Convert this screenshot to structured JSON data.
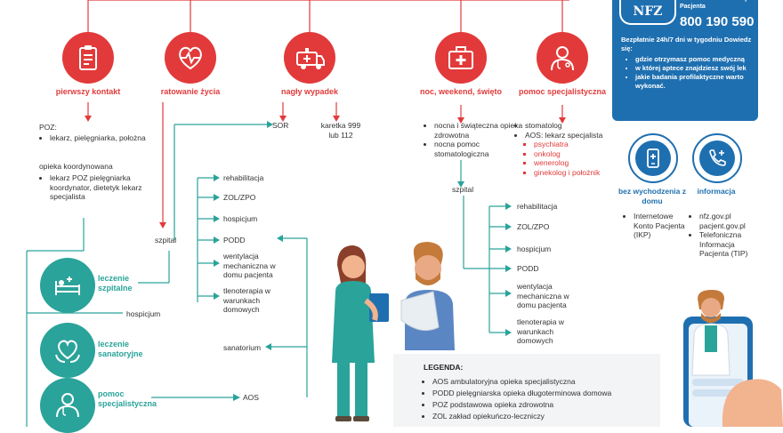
{
  "categories": [
    {
      "label": "pierwszy kontakt",
      "icon": "clipboard-icon"
    },
    {
      "label": "ratowanie życia",
      "icon": "heartbeat-icon"
    },
    {
      "label": "nagły wypadek",
      "icon": "ambulance-icon"
    },
    {
      "label": "noc, weekend, święto",
      "icon": "first-aid-kit-icon"
    },
    {
      "label": "pomoc specjalistyczna",
      "icon": "doctor-icon"
    }
  ],
  "poz": {
    "label": "POZ:",
    "items": [
      "lekarz, pielęgniarka, położna"
    ]
  },
  "koordynowana": {
    "label": "opieka koordynowana",
    "items": [
      "lekarz POZ pielęgniarka koordynator, dietetyk lekarz specjalista"
    ]
  },
  "emergency": {
    "sor": "SOR",
    "karetka": "karetka 999 lub 112"
  },
  "left_flow": {
    "szpital": "szpital",
    "items": [
      "rehabilitacja",
      "ZOL/ZPO",
      "hospicjum",
      "PODD",
      "wentylacja mechaniczna w domu pacjenta",
      "tlenoterapia w warunkach domowych"
    ],
    "sanatorium": "sanatorium",
    "aos": "AOS",
    "hospicjum_left": "hospicjum"
  },
  "night": {
    "items": [
      "nocna i świąteczna opieka zdrowotna",
      "nocna pomoc stomatologiczna"
    ]
  },
  "specialist": {
    "items": [
      "stomatolog",
      "AOS: lekarz specjalista"
    ],
    "sub": [
      "psychiatra",
      "onkolog",
      "wenerolog",
      "ginekolog i położnik"
    ]
  },
  "right_flow": {
    "szpital": "szpital",
    "items": [
      "rehabilitacja",
      "ZOL/ZPO",
      "hospicjum",
      "PODD",
      "wentylacja mechaniczna w domu pacjenta",
      "tlenoterapia w warunkach domowych"
    ]
  },
  "teal": [
    {
      "label": "leczenie szpitalne",
      "icon": "hospital-bed-icon"
    },
    {
      "label": "leczenie sanatoryjne",
      "icon": "heart-hands-icon"
    },
    {
      "label": "pomoc specjalistyczna",
      "icon": "doctor-icon"
    }
  ],
  "nfz": {
    "logo": "NFZ",
    "tagline": "Telefoniczna Informacja Pacjenta",
    "phone": "800 190 590",
    "intro": "Bezpłatnie 24h/7 dni w tygodniu Dowiedz się:",
    "items": [
      "gdzie otrzymasz pomoc medyczną",
      "w której aptece znajdziesz swój lek",
      "jakie badania profilaktyczne warto wykonać."
    ]
  },
  "remote": {
    "title": "bez wychodzenia z domu",
    "items": [
      "Internetowe Konto Pacjenta (IKP)"
    ]
  },
  "info": {
    "title": "informacja",
    "items": [
      "nfz.gov.pl pacjent.gov.pl",
      "Telefoniczna Informacja Pacjenta (TIP)"
    ]
  },
  "legend": {
    "title": "LEGENDA:",
    "items": [
      "AOS ambulatoryjna opieka specjalistyczna",
      "PODD pielęgniarska opieka długoterminowa domowa",
      "POZ podstawowa opieka zdrowotna",
      "ZOL zakład opiekuńczo-leczniczy"
    ]
  },
  "colors": {
    "red": "#e23a3a",
    "teal": "#2aa39a",
    "blue": "#1e6fb0"
  }
}
